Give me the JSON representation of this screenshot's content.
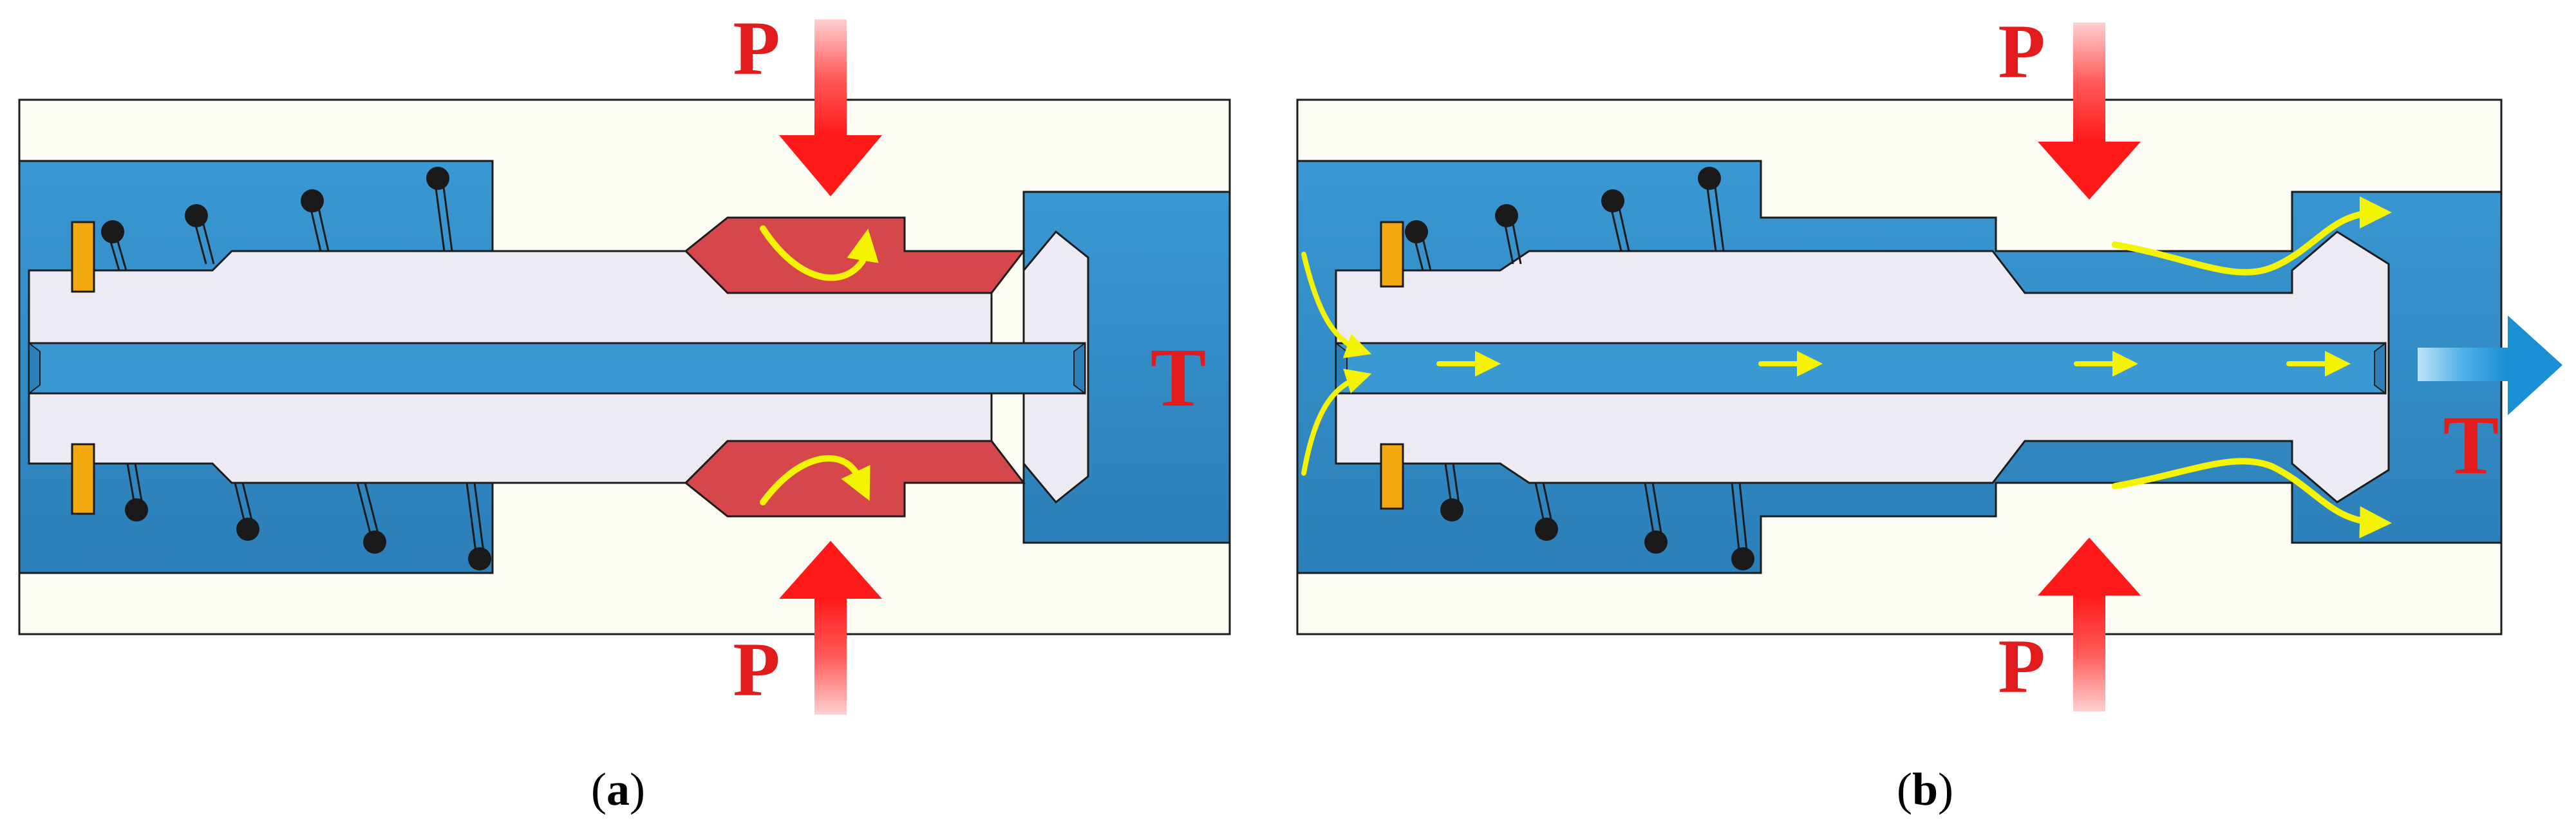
{
  "panels": [
    {
      "id": "a",
      "caption_open": "(",
      "caption_letter": "a",
      "caption_close": ")",
      "label_top": "P",
      "label_bottom": "P",
      "label_right": "T"
    },
    {
      "id": "b",
      "caption_open": "(",
      "caption_letter": "b",
      "caption_close": ")",
      "label_top": "P",
      "label_bottom": "P",
      "label_right": "T"
    }
  ],
  "colors": {
    "housing": "#fcfbf4",
    "fluid": "#3a98d2",
    "fluid_dark": "#2c7fb8",
    "spool": "#ecebf3",
    "pressure_chamber": "#d6474b",
    "pressure_arrow": "#ff1a1a",
    "flow_arrow": "#f4f400",
    "spring_ball": "#1a1a1a",
    "stop_pin": "#f3a90f",
    "outline": "#1c1c1c",
    "label": "#e21c1c"
  },
  "icons": {
    "pressure_arrow": "down-arrow-icon",
    "return_arrow": "right-arrow-icon",
    "flow": "curved-arrow-icon",
    "spring": "coil-spring-icon"
  }
}
